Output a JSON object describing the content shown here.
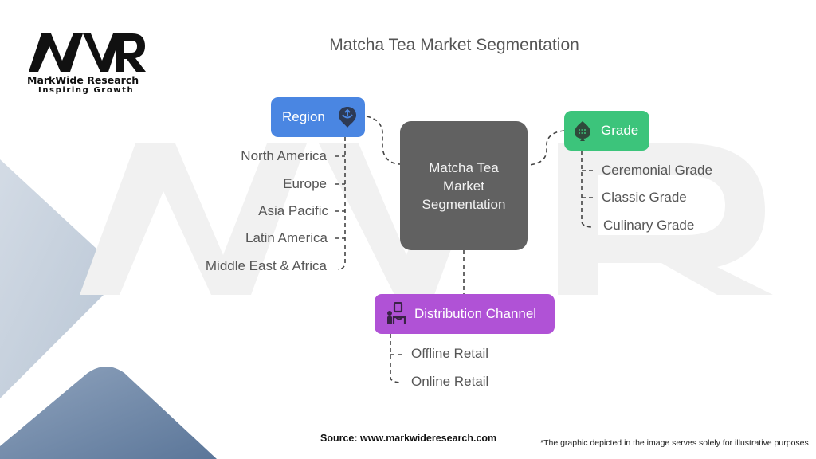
{
  "logo": {
    "mark": "MWR",
    "brand": "MarkWide Research",
    "tagline": "Inspiring Growth"
  },
  "title": "Matcha Tea Market Segmentation",
  "center_node": {
    "label": "Matcha Tea Market Segmentation",
    "line1": "Matcha Tea",
    "line2": "Market",
    "line3": "Segmentation",
    "color": "#616161"
  },
  "segments": [
    {
      "label": "Region",
      "icon": "map-pin-icon",
      "color": "#4a86e2",
      "items": [
        "North America",
        "Europe",
        "Asia Pacific",
        "Latin America",
        "Middle East & Africa"
      ]
    },
    {
      "label": "Grade",
      "icon": "leaf-icon",
      "color": "#3cc47b",
      "items": [
        "Ceremonial Grade",
        "Classic Grade",
        "Culinary Grade"
      ]
    },
    {
      "label": "Distribution Channel",
      "icon": "store-person-icon",
      "color": "#b052d6",
      "items": [
        "Offline Retail",
        "Online Retail"
      ]
    }
  ],
  "footer": {
    "source": "Source: www.markwideresearch.com",
    "note": "*The graphic depicted in the image serves solely for illustrative purposes"
  }
}
